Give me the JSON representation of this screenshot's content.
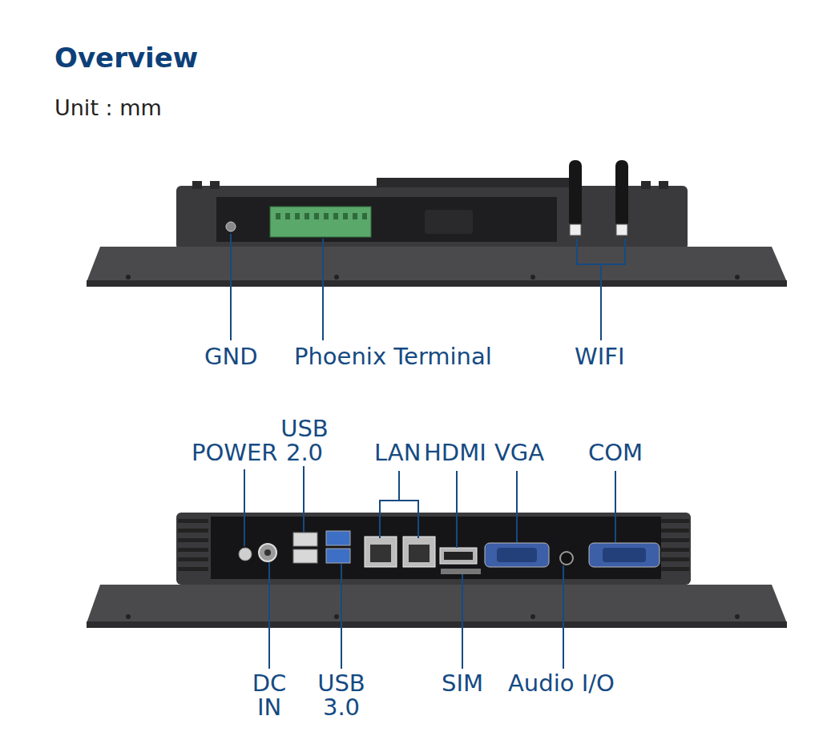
{
  "diagram": {
    "title": "Overview",
    "labels": [
      "Unit : mm",
      "GND",
      "Phoenix Terminal",
      "WIFI",
      "USB 2.0",
      "POWER",
      "LAN",
      "HDMI",
      "VGA",
      "COM",
      "DC IN",
      "USB 3.0",
      "SIM",
      "Audio I/O"
    ]
  }
}
